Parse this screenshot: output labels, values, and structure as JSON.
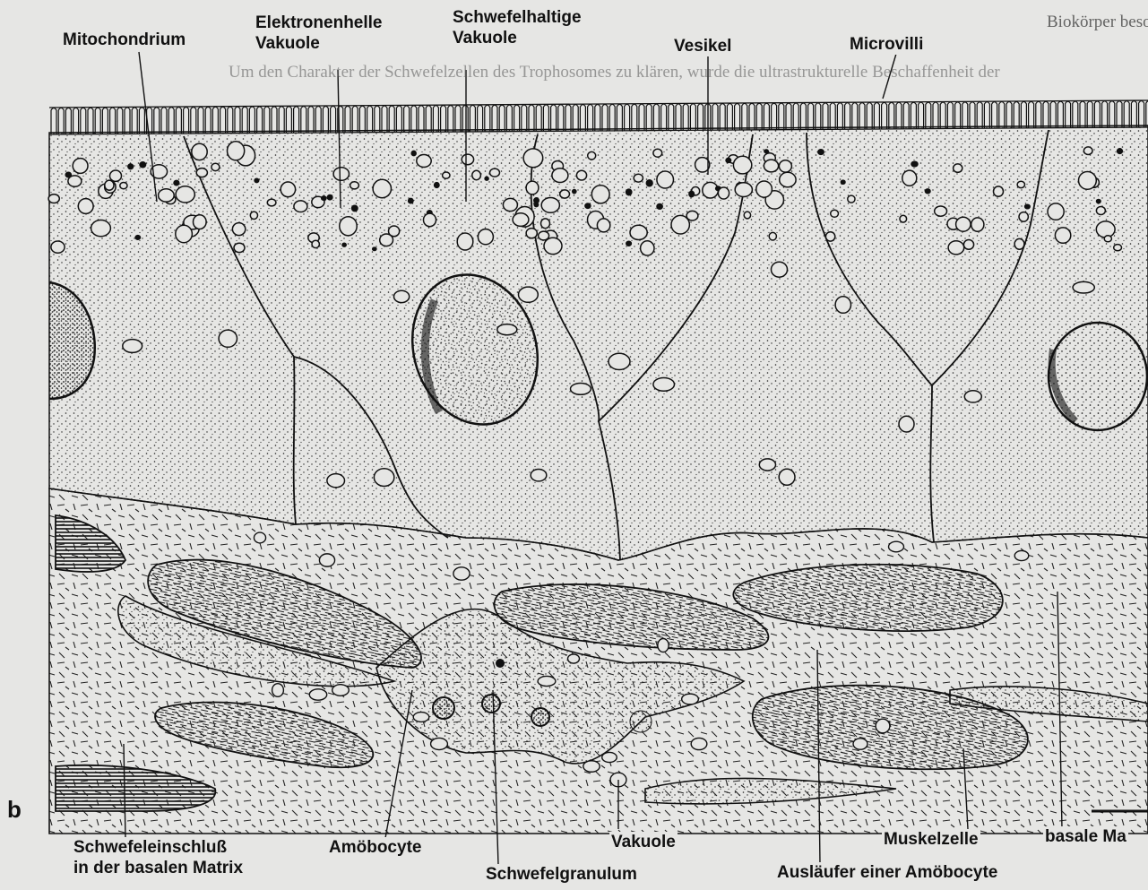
{
  "bleed_text": {
    "line1": "Biokörper besonders stark. Dies hat auch für die Verwandtschaft der Nahrungsaufnahme durch die Darm-Epithel-Zellen",
    "line2": "Um den Charakter der Schwefelzellen des Trophosomes zu klären, wurde die ultrastrukturelle Beschaffenheit der"
  },
  "panel_letter": "b",
  "labels": {
    "mitochondrium": "Mitochondrium",
    "elektronenhelle_1": "Elektronenhelle",
    "elektronenhelle_2": "Vakuole",
    "schwefelhaltige_1": "Schwefelhaltige",
    "schwefelhaltige_2": "Vakuole",
    "vesikel": "Vesikel",
    "microvilli": "Microvilli",
    "schwefeleinschluss_1": "Schwefeleinschluß",
    "schwefeleinschluss_2": "in der basalen Matrix",
    "amoebocyte": "Amöbocyte",
    "schwefelgranulum": "Schwefelgranulum",
    "vakuole": "Vakuole",
    "auslaeufer": "Ausläufer einer Amöbocyte",
    "muskelzelle": "Muskelzelle",
    "basale": "basale Ma"
  }
}
